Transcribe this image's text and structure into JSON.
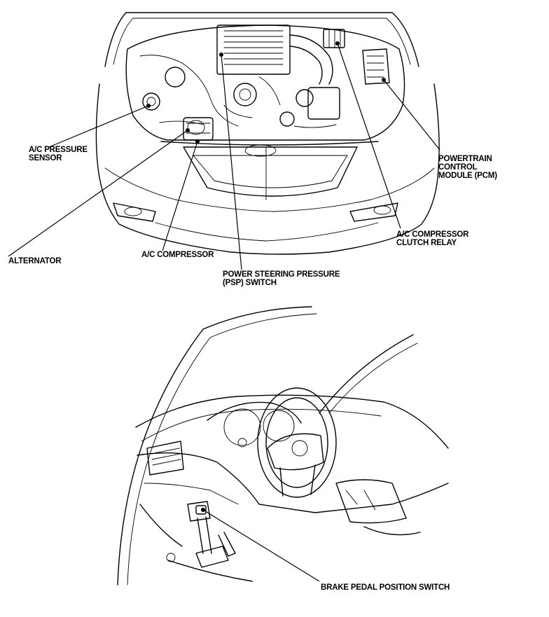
{
  "labels": {
    "ac_pressure_sensor": [
      "A/C PRESSURE",
      "SENSOR"
    ],
    "alternator": "ALTERNATOR",
    "ac_compressor": "A/C COMPRESSOR",
    "psp_switch": [
      "POWER STEERING PRESSURE",
      "(PSP) SWITCH"
    ],
    "ac_compressor_clutch_relay": [
      "A/C COMPRESSOR",
      "CLUTCH RELAY"
    ],
    "pcm": [
      "POWERTRAIN",
      "CONTROL",
      "MODULE (PCM)"
    ],
    "brake_pedal_switch": "BRAKE PEDAL POSITION SWITCH"
  }
}
